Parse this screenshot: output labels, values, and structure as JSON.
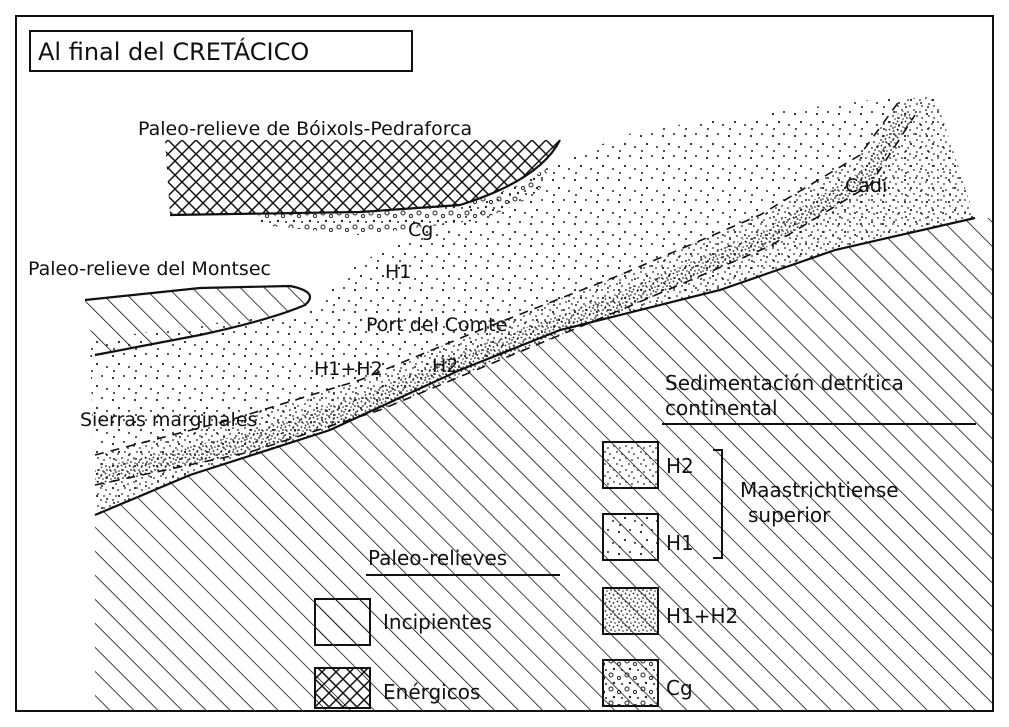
{
  "title": "Al final del CRETÁCICO",
  "labels": {
    "boixols": "Paleo-relieve de Bóixols-Pedraforca",
    "montsec": "Paleo-relieve del Montsec",
    "cadi": "Cadí",
    "cg": "Cg",
    "h1": "H1",
    "port_del_comte": "Port del Comte",
    "h1h2": "H1+H2",
    "h2": "H2",
    "sierras": "Sierras marginales"
  },
  "legend_sed": {
    "heading_line1": "Sedimentación detrítica",
    "heading_line2": "continental",
    "items": [
      {
        "label": "H2"
      },
      {
        "label": "H1"
      },
      {
        "label": "H1+H2"
      },
      {
        "label": "Cg"
      }
    ],
    "bracket_label_line1": "Maastrichtiense",
    "bracket_label_line2": "superior"
  },
  "legend_paleo": {
    "heading": "Paleo-relieves",
    "items": [
      {
        "label": "Incipientes"
      },
      {
        "label": "Enérgicos"
      }
    ]
  }
}
